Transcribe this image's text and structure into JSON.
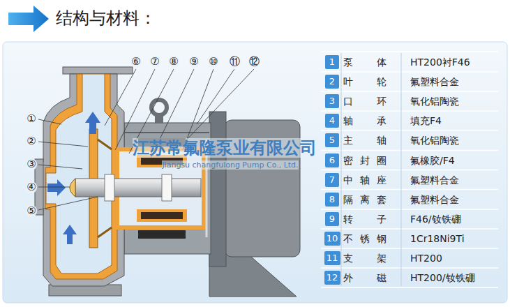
{
  "diagram": {
    "title": "结构与材料：",
    "nodes": [
      {
        "text": [
          "1"
        ]
      },
      {
        "text": [
          "2"
        ]
      },
      {
        "text": [
          "3"
        ]
      },
      {
        "text": [
          "4"
        ]
      },
      {
        "text": [
          "5"
        ]
      },
      {
        "text": [
          "6"
        ]
      },
      {
        "text": [
          "7"
        ]
      },
      {
        "text": [
          "8"
        ]
      },
      {
        "text": [
          "9"
        ]
      },
      {
        "text": [
          "10"
        ]
      },
      {
        "text": [
          "11"
        ]
      },
      {
        "text": [
          "12"
        ]
      }
    ],
    "labels": [
      "泵体",
      "叶轮",
      "口环",
      "轴承",
      "主轴",
      "密封圈",
      "中轴座",
      "隔离套",
      "转子",
      "不锈钢",
      "支架",
      "外磁",
      "HT200衬F46",
      "氟塑料合金",
      "氧化铝陶瓷",
      "填充F4",
      "氧化铝陶瓷",
      "氟橡胶/F4",
      "氟塑料合金",
      "氟塑料合金",
      "F46/钕铁硼",
      "1Cr18Ni9Ti",
      "HT200",
      "HT200/钕铁硼",
      "①",
      "②",
      "③",
      "④",
      "⑤",
      "⑥",
      "⑦",
      "⑧",
      "⑨",
      "⑩",
      "⑪",
      "⑫",
      "江苏常氟隆泵业有限公司",
      "Jiangsu changfulong Pump Co., Ltd."
    ]
  }
}
